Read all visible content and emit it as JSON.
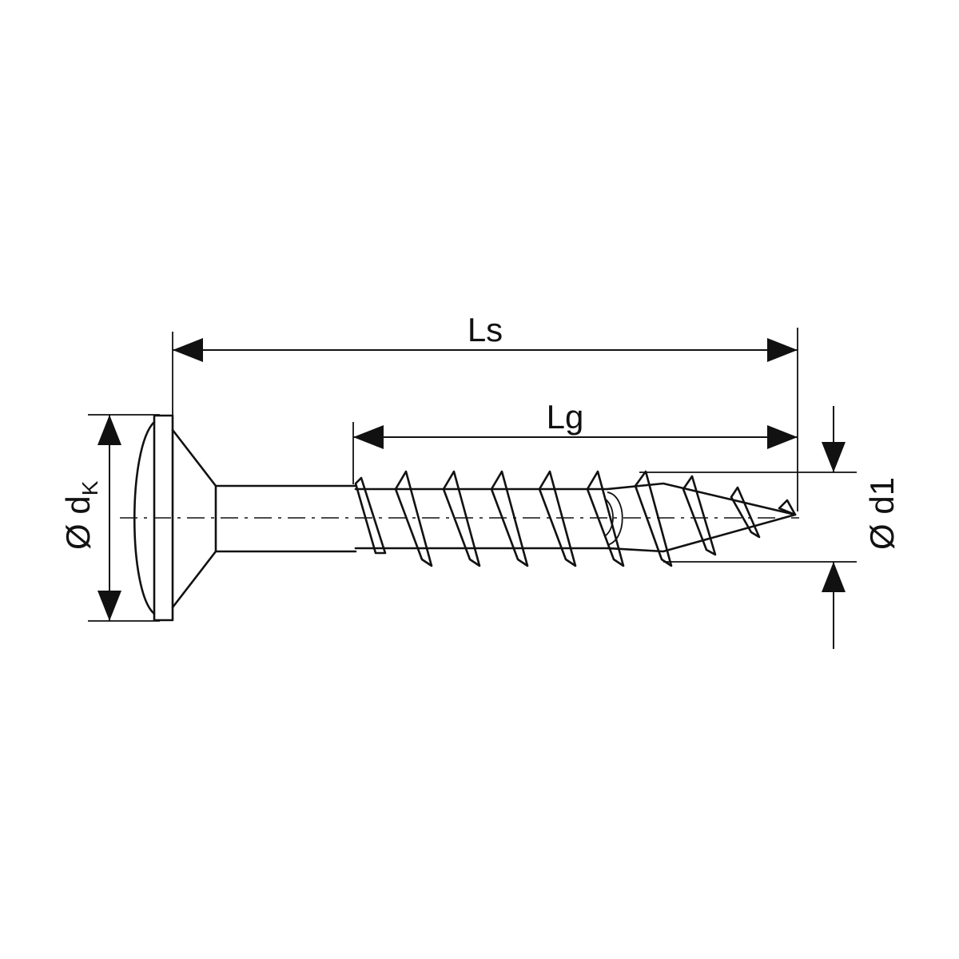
{
  "dimensions": {
    "overall_length": "Ls",
    "thread_length": "Lg",
    "head_diameter_symbol": "Ø d",
    "head_diameter_subscript": "K",
    "thread_diameter": "Ø d1"
  },
  "colors": {
    "line": "#111111",
    "background": "#ffffff"
  }
}
